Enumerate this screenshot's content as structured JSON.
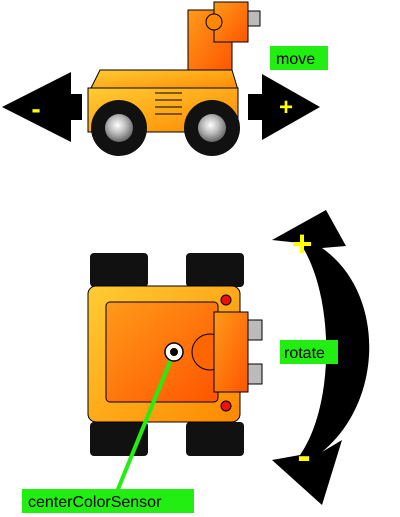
{
  "labels": {
    "move": "move",
    "rotate": "rotate",
    "sensor": "centerColorSensor"
  },
  "signs": {
    "backward": "-",
    "forward": "+",
    "rotate_positive": "+",
    "rotate_negative": "-"
  },
  "colors": {
    "label_background": "#22ee11",
    "sensor_line": "#22ee11",
    "robot_body": "#ffaa00",
    "robot_panel": "#ff6600",
    "arrow": "#000000",
    "sign": "#ffff00",
    "tread": "#111111"
  },
  "icons": {
    "robot_side": "robot-side-view",
    "robot_top": "robot-top-view",
    "move_arrows": "double-horizontal-arrow",
    "rotate_arrow": "curved-double-arrow",
    "sensor": "color-sensor-dot"
  }
}
